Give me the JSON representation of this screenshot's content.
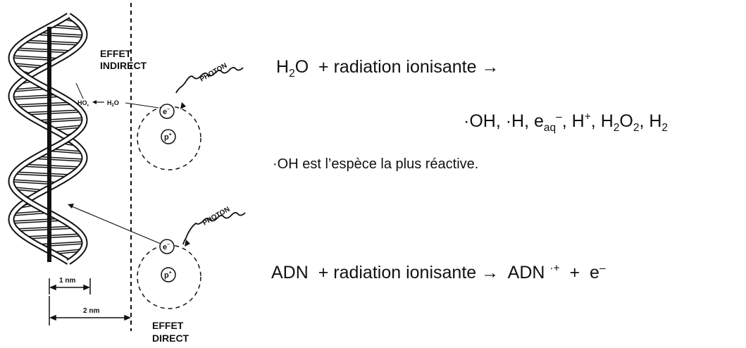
{
  "labels": {
    "effet_indirect": [
      "EFFET",
      "INDIRECT"
    ],
    "effet_direct": [
      "EFFET",
      "DIRECT"
    ],
    "photon": "PHOTON",
    "ho": "HO",
    "h2o_small": "H",
    "h2o_small_sub": "2",
    "h2o_small_tail": "O",
    "electron": "e",
    "proton": "p",
    "scale_1nm": "1 nm",
    "scale_2nm": "2 nm"
  },
  "equations": {
    "eq1": {
      "h": "H",
      "sub": "2",
      "o": "O",
      "rest": "+ radiation ionisante →"
    },
    "eq2": {
      "p1": "·OH, ·H, e",
      "p1_sub": "aq",
      "p1_sup": "–",
      "p2": ", H",
      "p2_sup": "+",
      "p3": ", H",
      "p3_sub": "2",
      "p4": "O",
      "p4_sub": "2",
      "p5": ", H",
      "p5_sub": "2"
    },
    "note": "·OH est l’espèce la plus réactive.",
    "eq3": {
      "a": "ADN",
      "b": "+ radiation ionisante →",
      "c": "ADN",
      "c_sup": "·+",
      "d": "+",
      "e": "e",
      "e_sup": "–"
    }
  },
  "colors": {
    "ink": "#111111",
    "background": "#ffffff"
  }
}
